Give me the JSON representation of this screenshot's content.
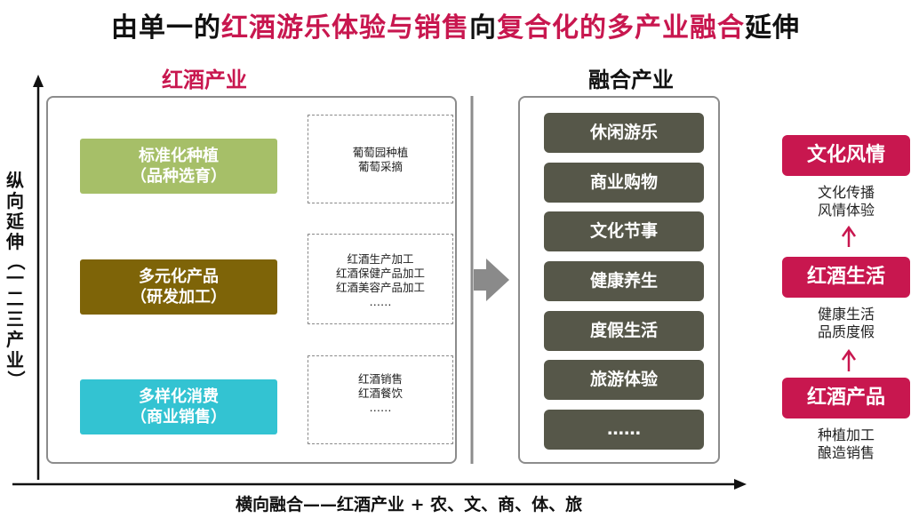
{
  "title": {
    "p1": "由单一的",
    "p2": "红酒游乐体验与销售",
    "p3": "向",
    "p4": "复合化的多产业融合",
    "p5": "延伸"
  },
  "left_header": "红酒产业",
  "mid_header": "融合产业",
  "stages": [
    {
      "line1": "标准化种植",
      "line2": "（品种选育）",
      "color": "#a6bf68",
      "details": [
        "葡萄园种植",
        "葡萄采摘"
      ]
    },
    {
      "line1": "多元化产品",
      "line2": "（研发加工）",
      "color": "#7e6408",
      "details": [
        "红酒生产加工",
        "红酒保健产品加工",
        "红酒美容产品加工",
        "……"
      ]
    },
    {
      "line1": "多样化消费",
      "line2": "（商业销售）",
      "color": "#33c3d2",
      "details": [
        "红酒销售",
        "红酒餐饮",
        "……"
      ]
    }
  ],
  "fusion_items": [
    "休闲游乐",
    "商业购物",
    "文化节事",
    "健康养生",
    "度假生活",
    "旅游体验",
    "……"
  ],
  "right_stack": [
    {
      "label": "文化风情",
      "desc": [
        "文化传播",
        "风情体验"
      ]
    },
    {
      "label": "红酒生活",
      "desc": [
        "健康生活",
        "品质度假"
      ]
    },
    {
      "label": "红酒产品",
      "desc": [
        "种植加工",
        "酿造销售"
      ]
    }
  ],
  "axis": {
    "y_label": [
      "纵",
      "向",
      "延",
      "伸",
      "（",
      "一",
      "二",
      "三",
      "产",
      "业",
      "）"
    ],
    "x_label": "横向融合——红酒产业 + 农、文、商、体、旅"
  },
  "colors": {
    "accent": "#c8174f",
    "fusion_box": "#565749"
  }
}
